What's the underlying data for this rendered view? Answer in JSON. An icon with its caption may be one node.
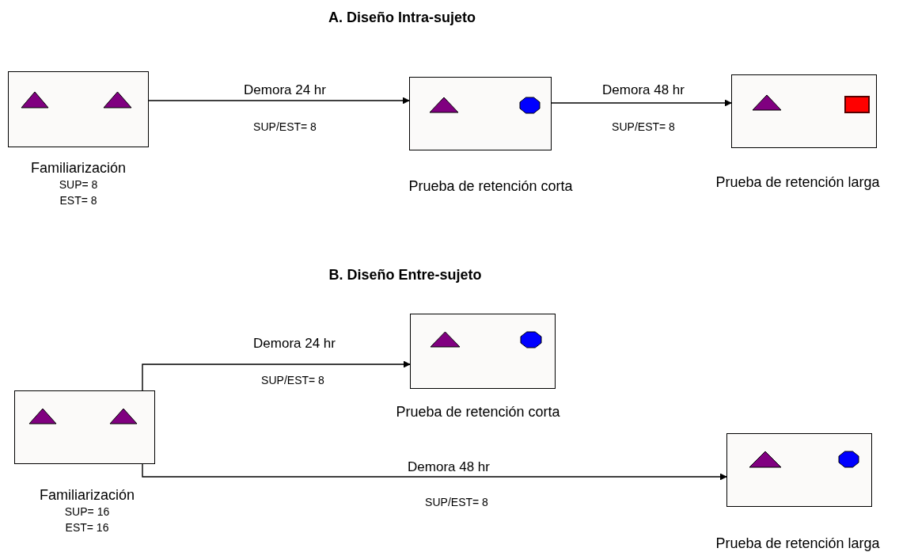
{
  "diagram": {
    "nodes": [
      {
        "text": [
          "Familiarización"
        ],
        "beside": [
          "SUP= 8",
          "EST= 8"
        ]
      },
      {
        "text": [
          "Prueba de retención corta"
        ]
      },
      {
        "text": [
          "Prueba de retención larga"
        ]
      },
      {
        "text": [
          "Familiarización"
        ],
        "beside": [
          "SUP= 16",
          "EST= 16"
        ]
      },
      {
        "text": [
          "Prueba de retención corta"
        ]
      },
      {
        "text": [
          "Prueba de retención larga"
        ]
      }
    ],
    "edges": [
      {
        "from": 0,
        "to": 1,
        "arrow": "to",
        "label": "Demora 24 hr"
      },
      {
        "from": 1,
        "to": 2,
        "arrow": "to",
        "label": "Demora 48 hr"
      },
      {
        "from": 3,
        "to": 4,
        "arrow": "to",
        "label": "Demora 24 hr"
      },
      {
        "from": 3,
        "to": 5,
        "arrow": "to",
        "label": "Demora 48 hr"
      }
    ],
    "labels": [
      "A. Diseño Intra-sujeto",
      "SUP/EST= 8",
      "SUP/EST= 8",
      "B. Diseño Entre-sujeto",
      "SUP/EST= 8",
      "SUP/EST= 8"
    ]
  }
}
